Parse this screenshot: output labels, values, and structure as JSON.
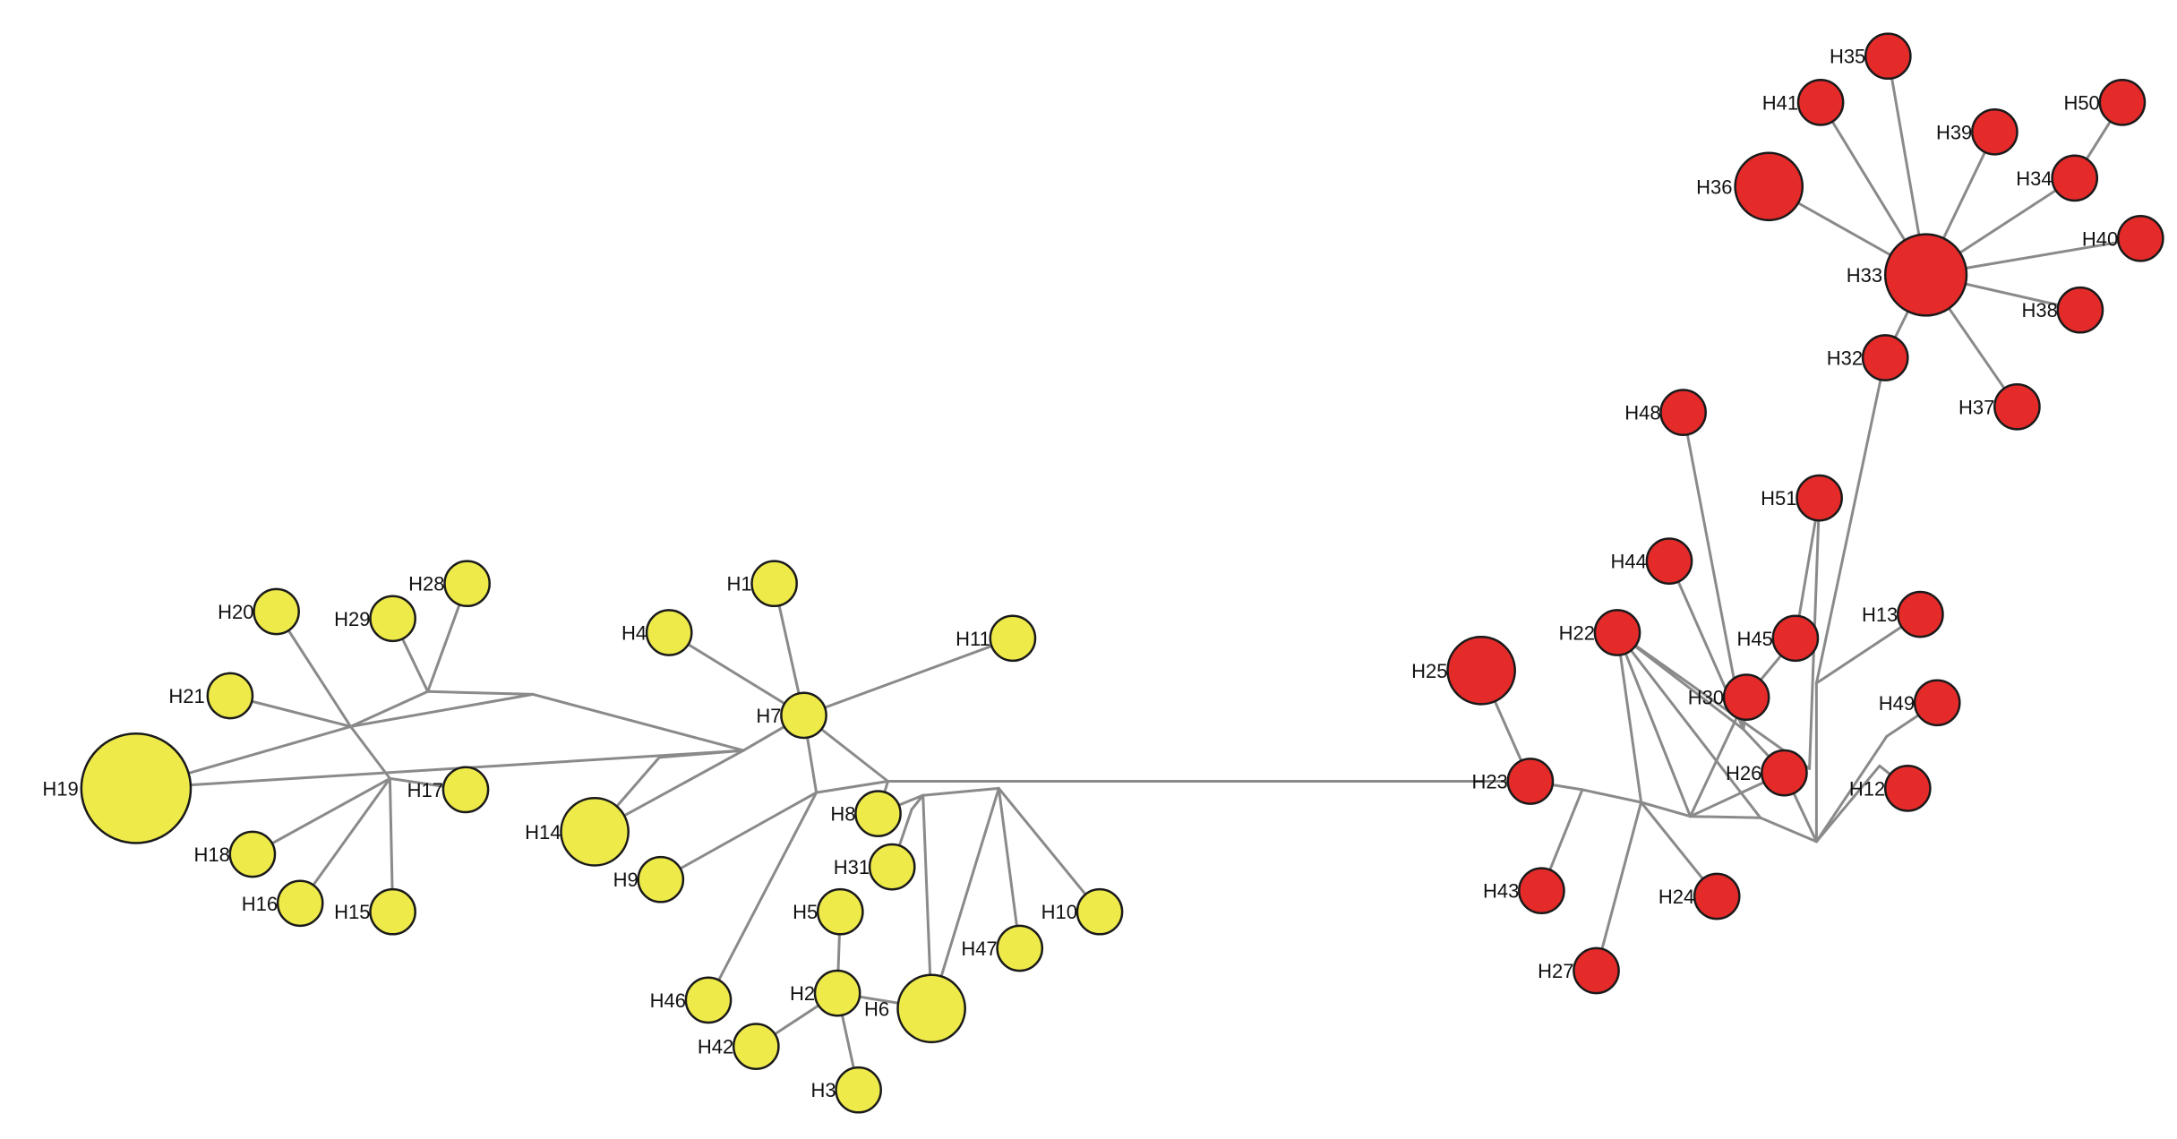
{
  "diagram": {
    "type": "haplotype-network",
    "colors": {
      "edge": "#8a8a8a",
      "node_outline": "#1a1a1a",
      "yellow": "#eeea4a",
      "red": "#e52a2a",
      "label": "#111111"
    },
    "nodes": [
      {
        "id": "H1",
        "label": "H1",
        "color": "yellow",
        "size": "small"
      },
      {
        "id": "H2",
        "label": "H2",
        "color": "yellow",
        "size": "small"
      },
      {
        "id": "H3",
        "label": "H3",
        "color": "yellow",
        "size": "small"
      },
      {
        "id": "H4",
        "label": "H4",
        "color": "yellow",
        "size": "small"
      },
      {
        "id": "H5",
        "label": "H5",
        "color": "yellow",
        "size": "small"
      },
      {
        "id": "H6",
        "label": "H6",
        "color": "yellow",
        "size": "medium"
      },
      {
        "id": "H7",
        "label": "H7",
        "color": "yellow",
        "size": "small"
      },
      {
        "id": "H8",
        "label": "H8",
        "color": "yellow",
        "size": "small"
      },
      {
        "id": "H9",
        "label": "H9",
        "color": "yellow",
        "size": "small"
      },
      {
        "id": "H10",
        "label": "H10",
        "color": "yellow",
        "size": "small"
      },
      {
        "id": "H11",
        "label": "H11",
        "color": "yellow",
        "size": "small"
      },
      {
        "id": "H14",
        "label": "H14",
        "color": "yellow",
        "size": "medium"
      },
      {
        "id": "H15",
        "label": "H15",
        "color": "yellow",
        "size": "small"
      },
      {
        "id": "H16",
        "label": "H16",
        "color": "yellow",
        "size": "small"
      },
      {
        "id": "H17",
        "label": "H17",
        "color": "yellow",
        "size": "small"
      },
      {
        "id": "H18",
        "label": "H18",
        "color": "yellow",
        "size": "small"
      },
      {
        "id": "H19",
        "label": "H19",
        "color": "yellow",
        "size": "large"
      },
      {
        "id": "H20",
        "label": "H20",
        "color": "yellow",
        "size": "small"
      },
      {
        "id": "H21",
        "label": "H21",
        "color": "yellow",
        "size": "small"
      },
      {
        "id": "H28",
        "label": "H28",
        "color": "yellow",
        "size": "small"
      },
      {
        "id": "H29",
        "label": "H29",
        "color": "yellow",
        "size": "small"
      },
      {
        "id": "H31",
        "label": "H31",
        "color": "yellow",
        "size": "small"
      },
      {
        "id": "H42",
        "label": "H42",
        "color": "yellow",
        "size": "small"
      },
      {
        "id": "H46",
        "label": "H46",
        "color": "yellow",
        "size": "small"
      },
      {
        "id": "H47",
        "label": "H47",
        "color": "yellow",
        "size": "small"
      },
      {
        "id": "H12",
        "label": "H12",
        "color": "red",
        "size": "small"
      },
      {
        "id": "H13",
        "label": "H13",
        "color": "red",
        "size": "small"
      },
      {
        "id": "H22",
        "label": "H22",
        "color": "red",
        "size": "small"
      },
      {
        "id": "H23",
        "label": "H23",
        "color": "red",
        "size": "small"
      },
      {
        "id": "H24",
        "label": "H24",
        "color": "red",
        "size": "small"
      },
      {
        "id": "H25",
        "label": "H25",
        "color": "red",
        "size": "medium"
      },
      {
        "id": "H26",
        "label": "H26",
        "color": "red",
        "size": "small"
      },
      {
        "id": "H27",
        "label": "H27",
        "color": "red",
        "size": "small"
      },
      {
        "id": "H30",
        "label": "H30",
        "color": "red",
        "size": "small"
      },
      {
        "id": "H32",
        "label": "H32",
        "color": "red",
        "size": "small"
      },
      {
        "id": "H33",
        "label": "H33",
        "color": "red",
        "size": "large"
      },
      {
        "id": "H34",
        "label": "H34",
        "color": "red",
        "size": "small"
      },
      {
        "id": "H35",
        "label": "H35",
        "color": "red",
        "size": "small"
      },
      {
        "id": "H36",
        "label": "H36",
        "color": "red",
        "size": "medium"
      },
      {
        "id": "H37",
        "label": "H37",
        "color": "red",
        "size": "small"
      },
      {
        "id": "H38",
        "label": "H38",
        "color": "red",
        "size": "small"
      },
      {
        "id": "H39",
        "label": "H39",
        "color": "red",
        "size": "small"
      },
      {
        "id": "H40",
        "label": "H40",
        "color": "red",
        "size": "small"
      },
      {
        "id": "H41",
        "label": "H41",
        "color": "red",
        "size": "small"
      },
      {
        "id": "H43",
        "label": "H43",
        "color": "red",
        "size": "small"
      },
      {
        "id": "H44",
        "label": "H44",
        "color": "red",
        "size": "small"
      },
      {
        "id": "H45",
        "label": "H45",
        "color": "red",
        "size": "small"
      },
      {
        "id": "H48",
        "label": "H48",
        "color": "red",
        "size": "small"
      },
      {
        "id": "H49",
        "label": "H49",
        "color": "red",
        "size": "small"
      },
      {
        "id": "H50",
        "label": "H50",
        "color": "red",
        "size": "small"
      },
      {
        "id": "H51",
        "label": "H51",
        "color": "red",
        "size": "small"
      }
    ]
  }
}
